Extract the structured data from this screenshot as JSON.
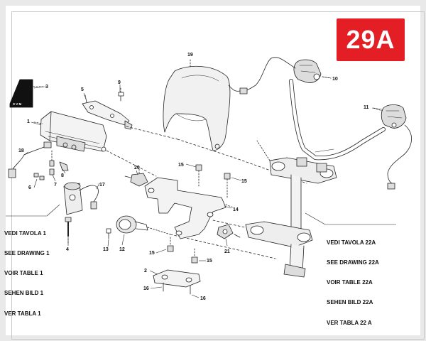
{
  "diagram": {
    "table_code": "29A",
    "badge_color": "#e31e24",
    "logo_text": "S V M",
    "callouts": {
      "c1": "1",
      "c2": "2",
      "c3": "3",
      "c4": "4",
      "c5": "5",
      "c6": "6",
      "c7": "7",
      "c8": "8",
      "c9": "9",
      "c10": "10",
      "c11": "11",
      "c12": "12",
      "c13": "13",
      "c14": "14",
      "c15a": "15",
      "c15b": "15",
      "c15c": "15",
      "c15d": "15",
      "c16a": "16",
      "c16b": "16",
      "c17": "17",
      "c18": "18",
      "c19": "19",
      "c20": "20",
      "c21": "21"
    },
    "notes_left": [
      "VEDI TAVOLA 1",
      "SEE DRAWING 1",
      "VOIR TABLE 1",
      "SEHEN BILD 1",
      "VER TABLA 1"
    ],
    "notes_right": [
      "VEDI TAVOLA 22A",
      "SEE DRAWING 22A",
      "VOIR TABLE 22A",
      "SEHEN BILD 22A",
      "VER TABLA 22 A"
    ]
  }
}
